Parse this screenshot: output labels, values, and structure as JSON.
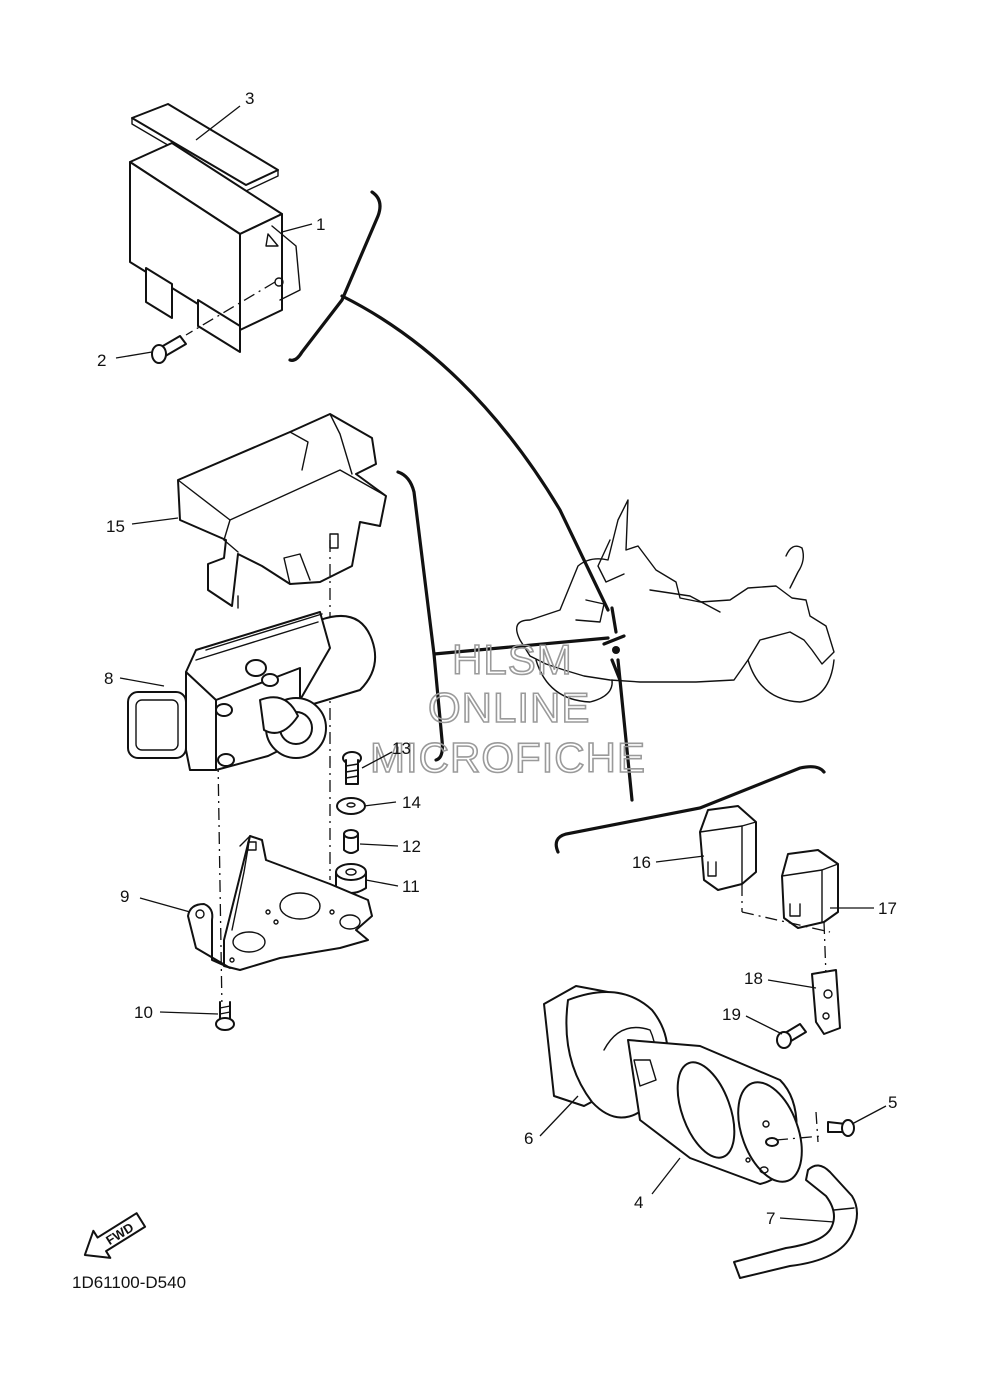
{
  "diagram": {
    "callouts": [
      {
        "id": "1",
        "text": "1"
      },
      {
        "id": "2",
        "text": "2"
      },
      {
        "id": "3",
        "text": "3"
      },
      {
        "id": "4",
        "text": "4"
      },
      {
        "id": "5",
        "text": "5"
      },
      {
        "id": "6",
        "text": "6"
      },
      {
        "id": "7",
        "text": "7"
      },
      {
        "id": "8",
        "text": "8"
      },
      {
        "id": "9",
        "text": "9"
      },
      {
        "id": "10",
        "text": "10"
      },
      {
        "id": "11",
        "text": "11"
      },
      {
        "id": "12",
        "text": "12"
      },
      {
        "id": "13",
        "text": "13"
      },
      {
        "id": "14",
        "text": "14"
      },
      {
        "id": "15",
        "text": "15"
      },
      {
        "id": "16",
        "text": "16"
      },
      {
        "id": "17",
        "text": "17"
      },
      {
        "id": "18",
        "text": "18"
      },
      {
        "id": "19",
        "text": "19"
      }
    ],
    "diagram_code": "1D61100-D540",
    "fwd_label": "FWD",
    "watermark": {
      "line1": "HLSM",
      "line2": "ONLINE",
      "line3": "MICROFICHE"
    }
  }
}
